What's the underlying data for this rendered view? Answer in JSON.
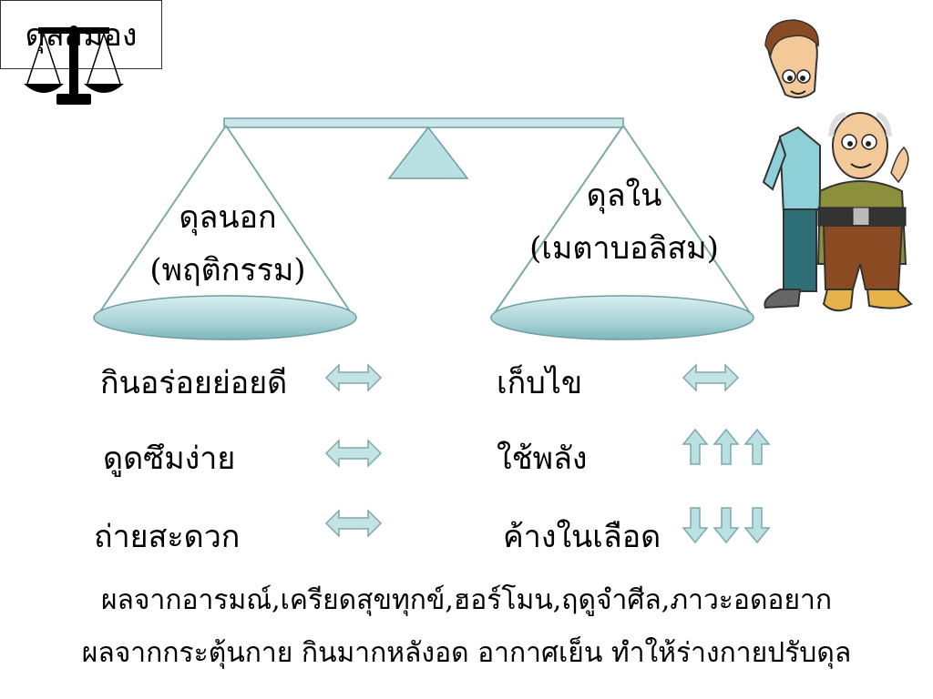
{
  "title": "ดุลสมอง",
  "left_pan": {
    "line1": "ดุลนอก",
    "line2": "(พฤติกรรม)"
  },
  "right_pan": {
    "line1": "ดุลใน",
    "line2": "(เมตาบอลิสม)"
  },
  "left_items": [
    "กินอร่อยย่อยดี",
    "ดูดซึมง่าย",
    "ถ่ายสะดวก"
  ],
  "right_items": [
    "เก็บไข",
    "ใช้พลัง",
    "ค้างในเลือด"
  ],
  "right_indicators": [
    "balanced",
    "up-up-up",
    "down-down-down"
  ],
  "bottom_lines": [
    "ผลจากอารมณ์,เครียดสุขทุกข์,ฮอร์โมน,ฤดูจำศีล,ภาวะอดอยาก",
    "ผลจากกระตุ้นกาย กินมากหลังอด อากาศเย็น ทำให้ร่างกายปรับดุล"
  ],
  "colors": {
    "accent": "#b9e0e2",
    "stroke": "#6e9ea2",
    "pan": "#a9d3d6"
  },
  "icons": [
    "scales-of-justice-icon",
    "two-men-cartoon"
  ]
}
